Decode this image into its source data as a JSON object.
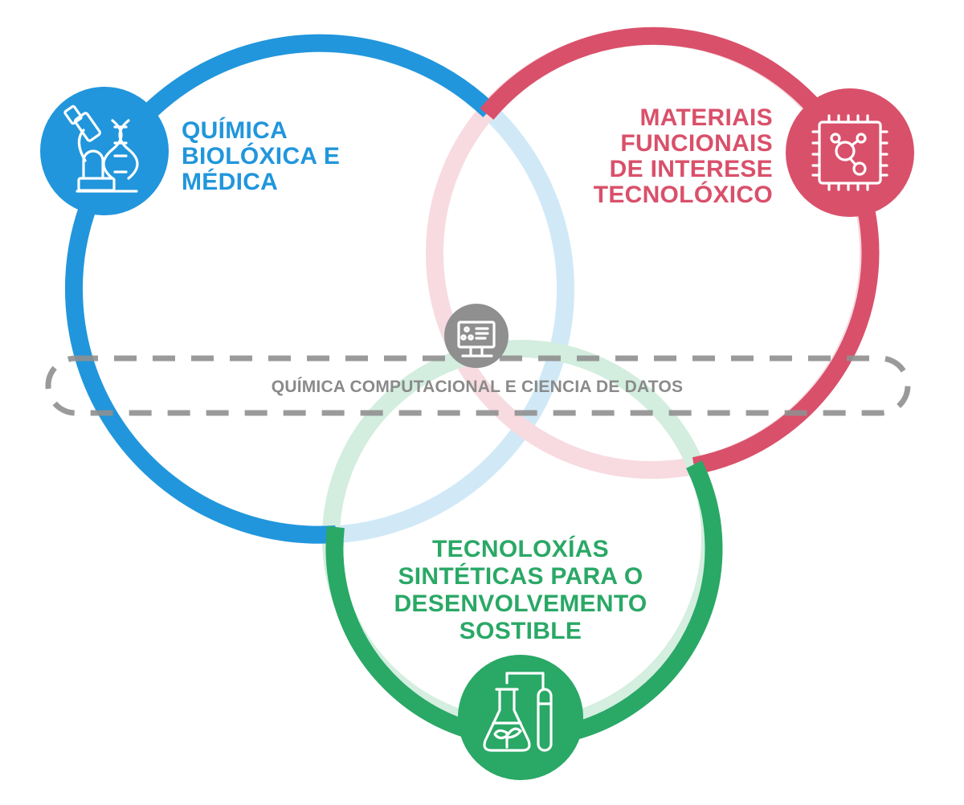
{
  "colors": {
    "blue": "#2196dc",
    "red": "#d9506a",
    "green": "#2aa866",
    "gray": "#8f8f8f"
  },
  "labels": {
    "blue": [
      "QUÍMICA",
      "BIOLÓXICA E",
      "MÉDICA"
    ],
    "red": [
      "MATERIAIS",
      "FUNCIONAIS",
      "DE INTERESE",
      "TECNOLÓXICO"
    ],
    "green": [
      "TECNOLOXÍAS",
      "SINTÉTICAS PARA O",
      "DESENVOLVEMENTO",
      "SOSTIBLE"
    ],
    "center": "QUÍMICA COMPUTACIONAL E CIENCIA DE DATOS"
  },
  "icons": {
    "blue": "microscope-dna-icon",
    "red": "chip-molecule-icon",
    "green": "flask-plant-testtube-icon",
    "center": "computer-molecule-icon"
  }
}
